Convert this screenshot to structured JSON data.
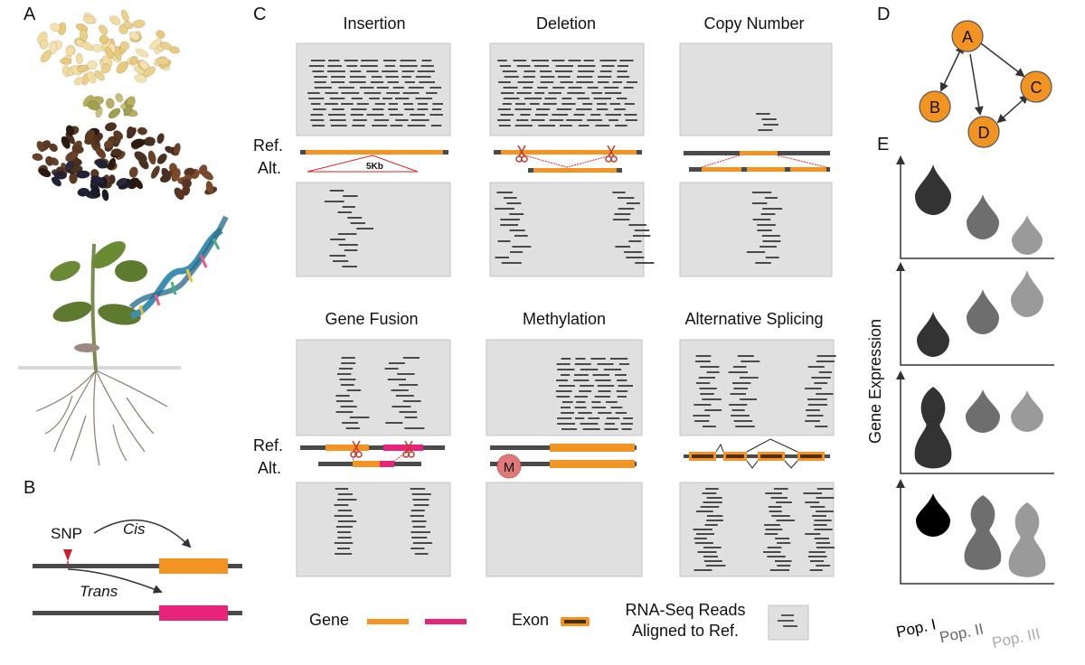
{
  "panels": {
    "a": "A",
    "b": "B",
    "c": "C",
    "d": "D",
    "e": "E"
  },
  "panel_b": {
    "snp": "SNP",
    "cis": "Cis",
    "trans": "Trans"
  },
  "panel_c": {
    "titles": [
      "Insertion",
      "Deletion",
      "Copy Number",
      "Gene Fusion",
      "Methylation",
      "Alternative Splicing"
    ],
    "ref": "Ref.",
    "alt": "Alt.",
    "insertion_size": "5Kb",
    "methyl_mark": "M"
  },
  "panel_d": {
    "nodes": [
      "A",
      "B",
      "C",
      "D"
    ]
  },
  "panel_e": {
    "ylabel": "Gene Expression",
    "pops": [
      "Pop. I",
      "Pop. II",
      "Pop. III"
    ]
  },
  "legend": {
    "gene": "Gene",
    "exon": "Exon",
    "reads_line1": "RNA-Seq Reads",
    "reads_line2": "Aligned to Ref."
  },
  "colors": {
    "orange": "#f39422",
    "magenta": "#e8247a",
    "dark_gray": "#4a4a4a",
    "panel_gray": "#e0e0e0",
    "scissors": "#c0392b"
  }
}
